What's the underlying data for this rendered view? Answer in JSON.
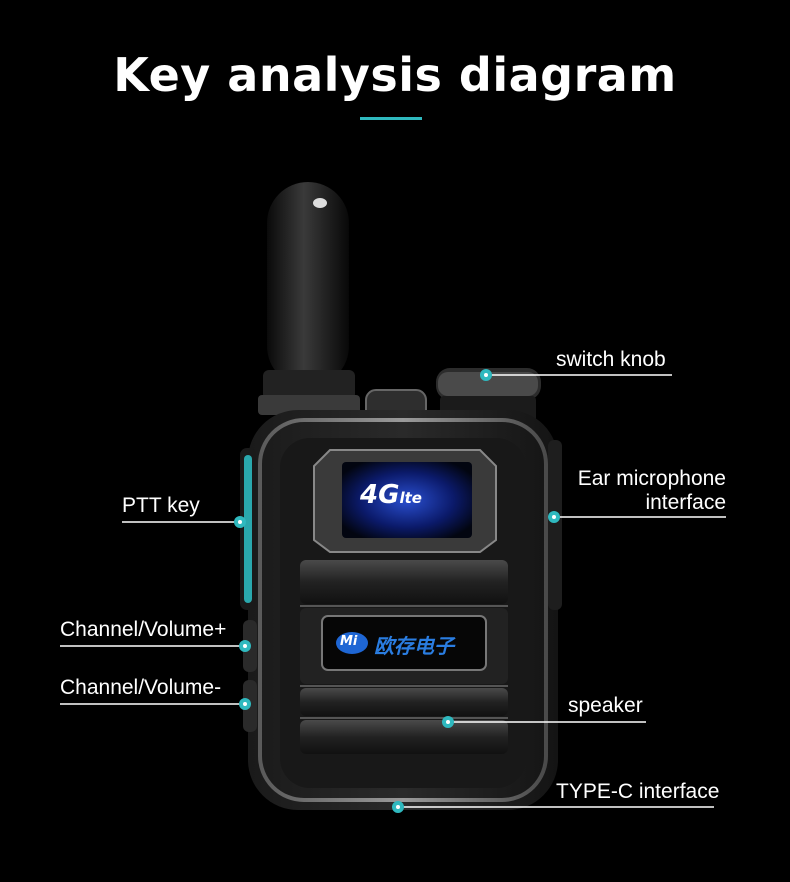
{
  "title": "Key analysis diagram",
  "accent_color": "#2fb9bf",
  "device": {
    "screen_text_4g": "4G",
    "screen_text_lte": "lte",
    "badge_logo": "Mi",
    "badge_text": "欧存电子"
  },
  "callouts": {
    "switch_knob": "switch knob",
    "ear_mic_line1": "Ear microphone",
    "ear_mic_line2": "interface",
    "ptt_key": "PTT key",
    "channel_up": "Channel/Volume+",
    "channel_down": "Channel/Volume-",
    "speaker": "speaker",
    "type_c": "TYPE-C interface"
  }
}
